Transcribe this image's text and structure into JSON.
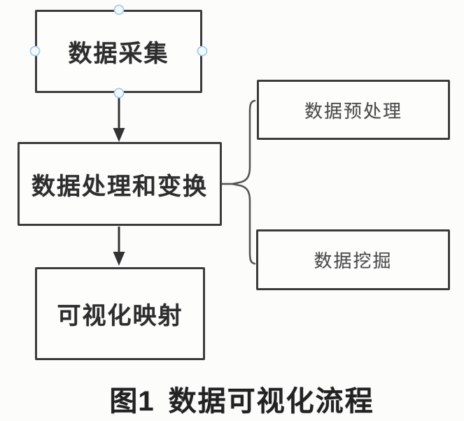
{
  "diagram": {
    "type": "flowchart",
    "nodes": {
      "collect": {
        "label": "数据采集"
      },
      "process": {
        "label": "数据处理和变换"
      },
      "visual_mapping": {
        "label": "可视化映射"
      },
      "preprocess": {
        "label": "数据预处理"
      },
      "mining": {
        "label": "数据挖掘"
      }
    },
    "edges": [
      {
        "from": "数据采集",
        "to": "数据处理和变换",
        "type": "arrow-down"
      },
      {
        "from": "数据处理和变换",
        "to": "可视化映射",
        "type": "arrow-down"
      },
      {
        "from": "数据处理和变换",
        "to": "数据预处理",
        "type": "brace"
      },
      {
        "from": "数据处理和变换",
        "to": "数据挖掘",
        "type": "brace"
      }
    ],
    "selection": {
      "selected_node": "数据采集",
      "handle_positions": [
        "top",
        "left",
        "right",
        "bottom"
      ]
    },
    "caption": {
      "prefix": "图1",
      "title": "数据可视化流程"
    },
    "colors": {
      "background": "#fcfcfb",
      "box_border": "#3b3b3b",
      "main_text": "#2d2d2d",
      "side_text": "#4c4c4c",
      "arrow": "#333333",
      "brace": "#555555",
      "handle_fill": "#f2f9fd",
      "handle_stroke": "#a5cbe8"
    }
  }
}
